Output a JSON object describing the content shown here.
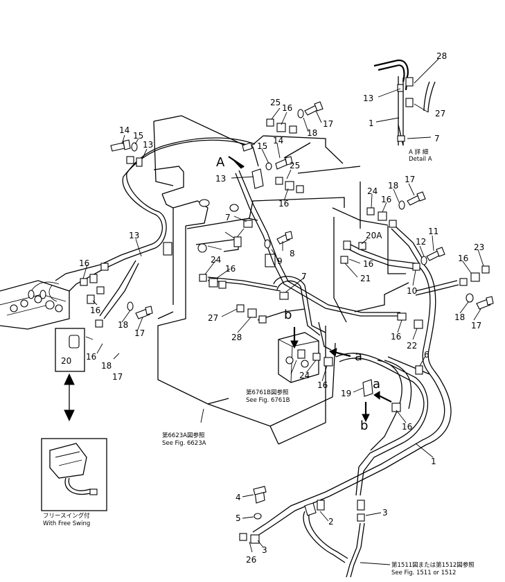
{
  "callouts": {
    "c28": "28",
    "c13_detail": "13",
    "c27_detail": "27",
    "c1_detail": "1",
    "c7_detail": "7",
    "c25_top": "25",
    "c16_top": "16",
    "c17_top": "17",
    "c18_top": "18",
    "c14_left": "14",
    "c15_left": "15",
    "c13_left": "13",
    "c15_mid": "15",
    "c14_mid": "14",
    "c25_mid": "25",
    "c13_mid": "13",
    "c16_mid": "16",
    "c24_right": "24",
    "c18_right": "18",
    "c17_right": "17",
    "c16_right": "16",
    "c7_mid": "7",
    "c8": "8",
    "c9": "9",
    "c20A": "20A",
    "c16_20A": "16",
    "c21": "21",
    "c11": "11",
    "c12": "12",
    "c10": "10",
    "c23": "23",
    "c16_far": "16",
    "c18_far": "18",
    "c17_far": "17",
    "c13_lower": "13",
    "c16_l1": "16",
    "c16_l2": "16",
    "c18_l": "18",
    "c17_l": "17",
    "c24_lower": "24",
    "c16_lower": "16",
    "c7_lower": "7",
    "c27_lower": "27",
    "c28_lower": "28",
    "c16_22": "16",
    "c22": "22",
    "c6": "6",
    "c24_valve": "24",
    "c16_valve": "16",
    "c19": "19",
    "c16_b": "16",
    "c1_main": "1",
    "c20": "20",
    "c16_20": "16",
    "c18_20": "18",
    "c17_20": "17",
    "c4": "4",
    "c5": "5",
    "c2": "2",
    "c3_a": "3",
    "c3_b": "3",
    "c26": "26"
  },
  "letters": {
    "A": "A",
    "a1": "a",
    "a2": "a",
    "b1": "b",
    "b2": "b"
  },
  "notes": {
    "detail_jp": "A 詳 細",
    "detail_en": "Detail A",
    "ref6761_jp": "第6761B図参照",
    "ref6761_en": "See Fig. 6761B",
    "ref6623_jp": "第6623A図参照",
    "ref6623_en": "See Fig. 6623A",
    "swing_jp": "フリースイング付",
    "swing_en": "With Free Swing",
    "ref1511_jp": "第1511図または第1512図参照",
    "ref1511_en": "See Fig. 1511 or 1512"
  }
}
